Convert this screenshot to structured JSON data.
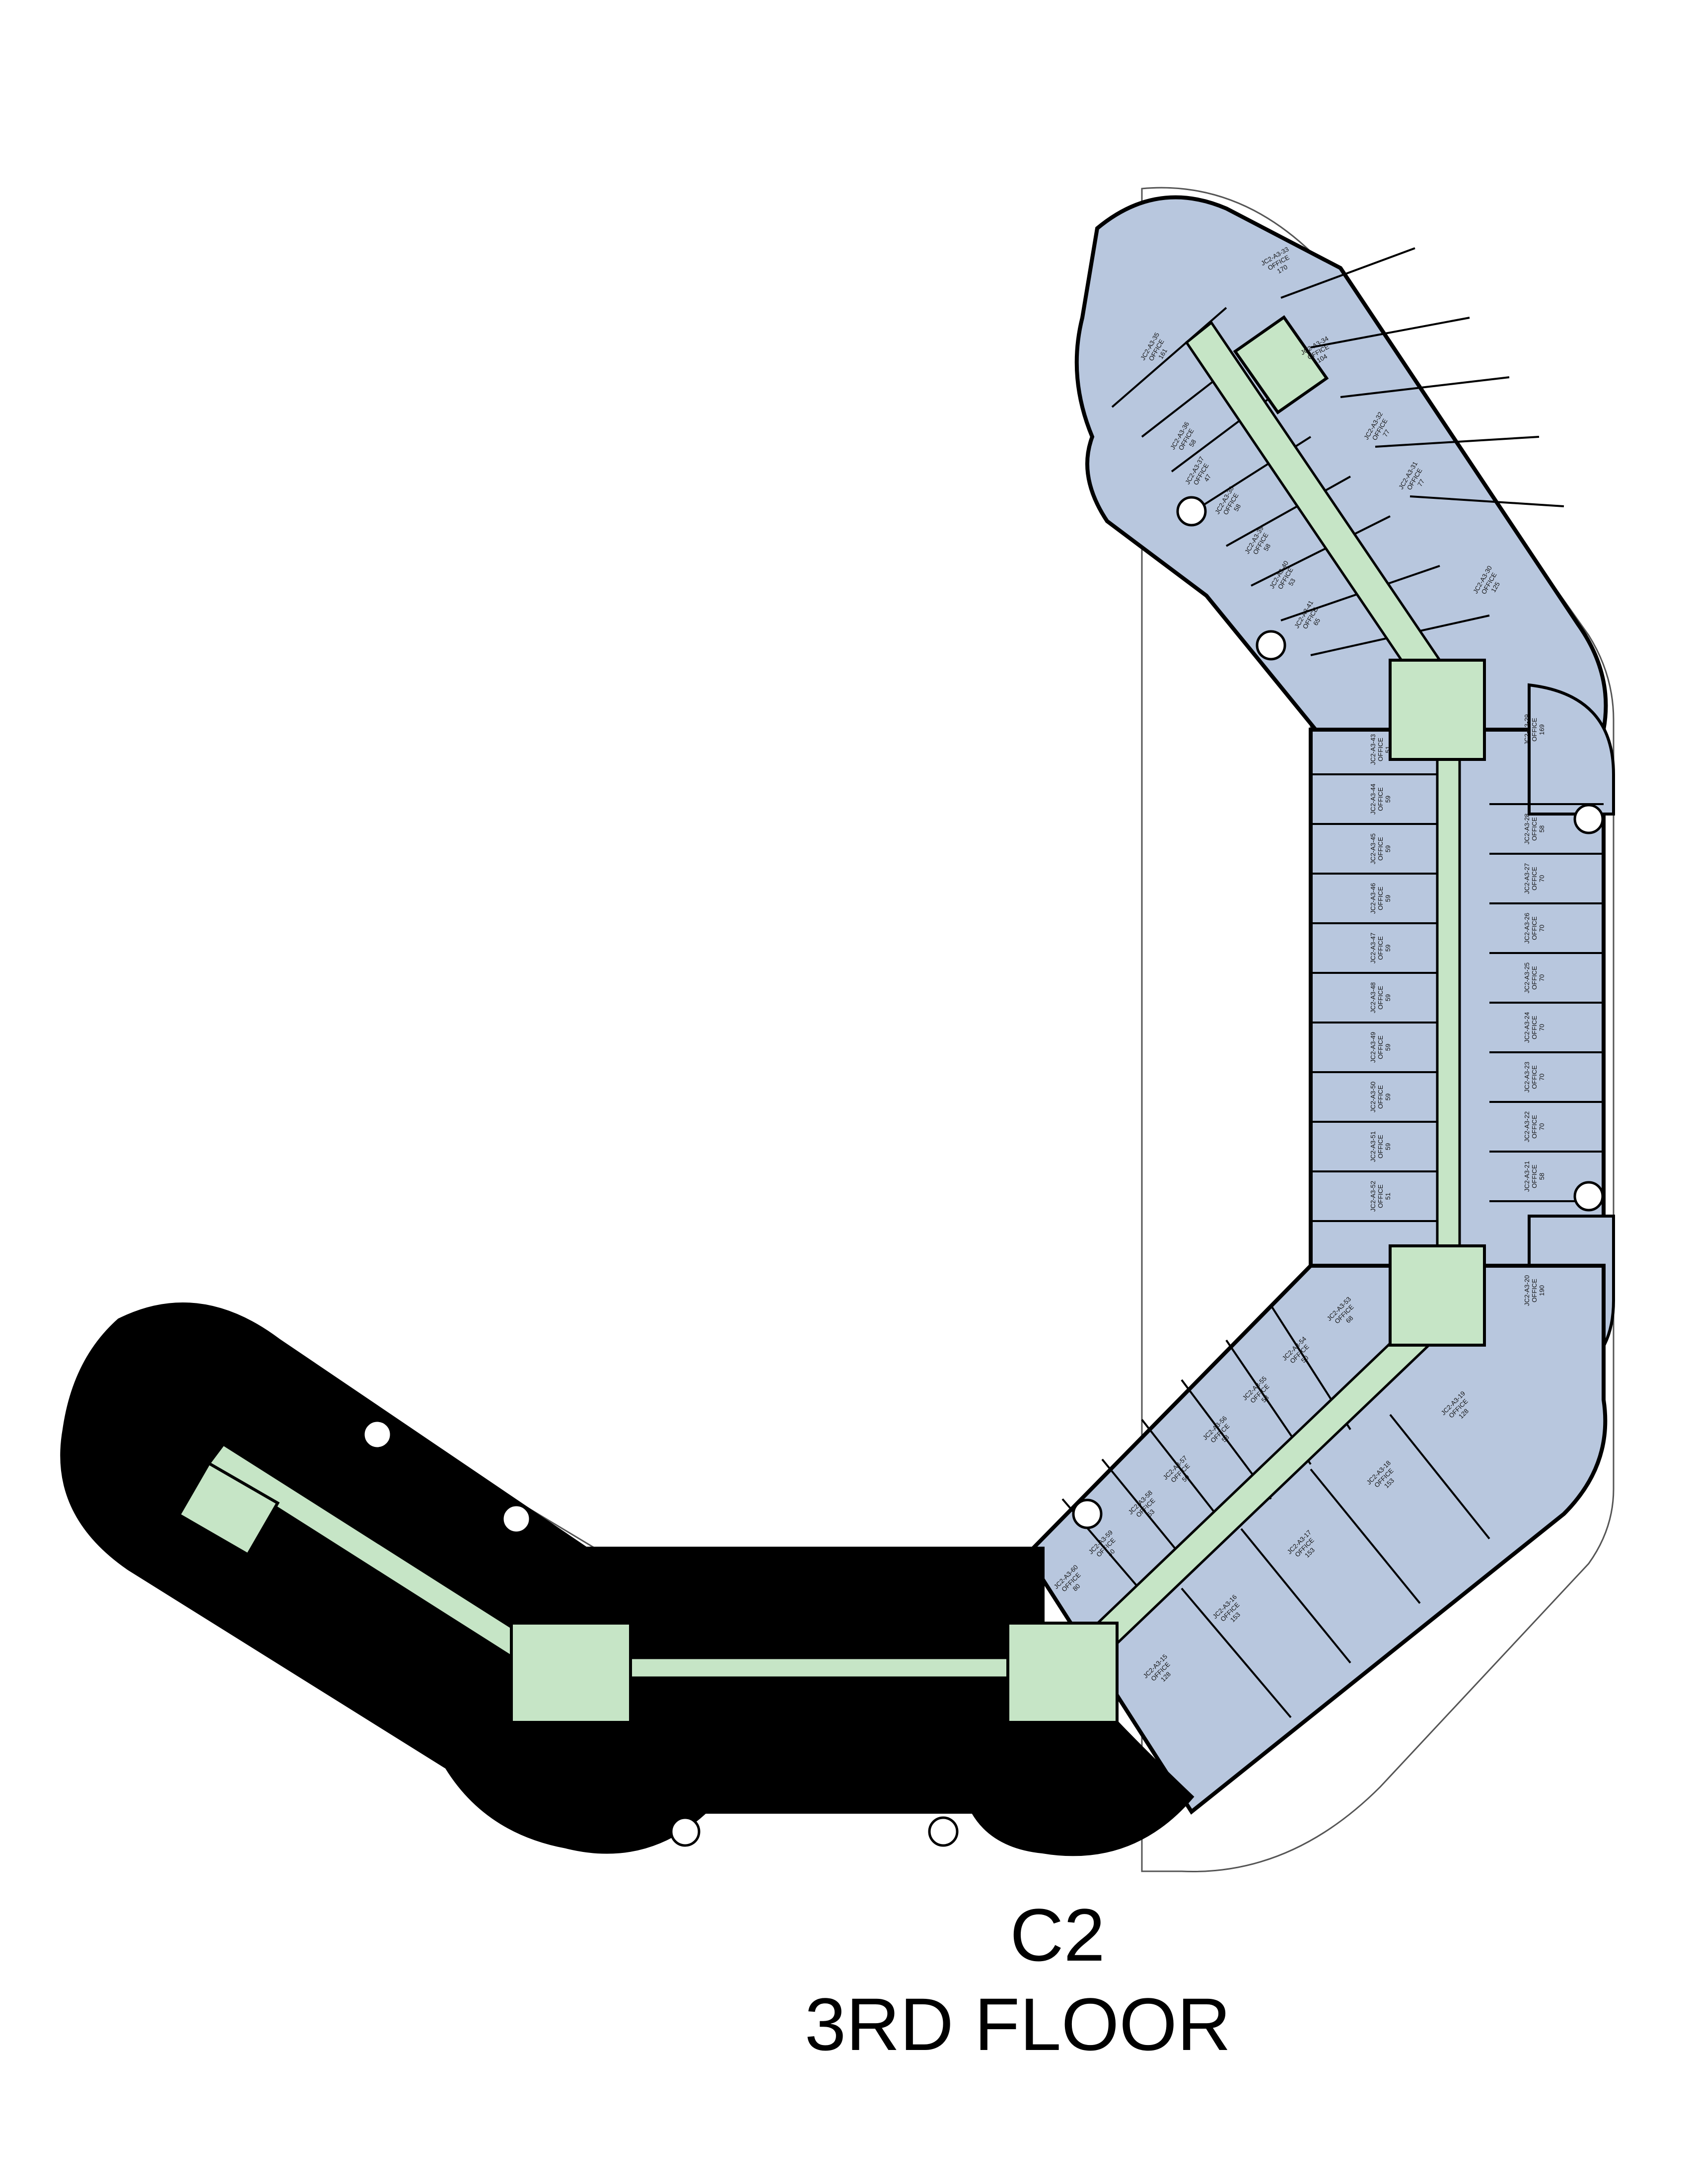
{
  "title": {
    "building": "C2",
    "floor": "3RD FLOOR"
  },
  "colors": {
    "unit_fill": "#b8c7de",
    "corridor_fill": "#c6e5c6",
    "blocked_fill": "#000000",
    "outline": "#000000",
    "background": "#ffffff"
  },
  "units": {
    "north": [
      {
        "code": "JC2-A3-33",
        "use": "OFFICE",
        "area": "170"
      },
      {
        "code": "JC2-A3-34",
        "use": "OFFICE",
        "area": "104"
      },
      {
        "code": "JC2-A3-35",
        "use": "OFFICE",
        "area": "161"
      },
      {
        "code": "JC2-A3-36",
        "use": "OFFICE",
        "area": "58"
      },
      {
        "code": "JC2-A3-37",
        "use": "OFFICE",
        "area": "47"
      },
      {
        "code": "JC2-A3-38",
        "use": "OFFICE",
        "area": "58"
      },
      {
        "code": "JC2-A3-39",
        "use": "OFFICE",
        "area": "58"
      },
      {
        "code": "JC2-A3-40",
        "use": "OFFICE",
        "area": "53"
      },
      {
        "code": "JC2-A3-41",
        "use": "OFFICE",
        "area": "65"
      },
      {
        "code": "JC2-A3-32",
        "use": "OFFICE",
        "area": "77"
      },
      {
        "code": "JC2-A3-31",
        "use": "OFFICE",
        "area": "77"
      },
      {
        "code": "JC2-A3-30",
        "use": "OFFICE",
        "area": "125"
      }
    ],
    "east_left": [
      {
        "code": "JC2-A3-43",
        "use": "OFFICE",
        "area": "51"
      },
      {
        "code": "JC2-A3-44",
        "use": "OFFICE",
        "area": "59"
      },
      {
        "code": "JC2-A3-45",
        "use": "OFFICE",
        "area": "59"
      },
      {
        "code": "JC2-A3-46",
        "use": "OFFICE",
        "area": "59"
      },
      {
        "code": "JC2-A3-47",
        "use": "OFFICE",
        "area": "59"
      },
      {
        "code": "JC2-A3-48",
        "use": "OFFICE",
        "area": "59"
      },
      {
        "code": "JC2-A3-49",
        "use": "OFFICE",
        "area": "59"
      },
      {
        "code": "JC2-A3-50",
        "use": "OFFICE",
        "area": "59"
      },
      {
        "code": "JC2-A3-51",
        "use": "OFFICE",
        "area": "59"
      },
      {
        "code": "JC2-A3-52",
        "use": "OFFICE",
        "area": "51"
      }
    ],
    "east_right": [
      {
        "code": "JC2-A3-29",
        "use": "OFFICE",
        "area": "169"
      },
      {
        "code": "JC2-A3-28",
        "use": "OFFICE",
        "area": "58"
      },
      {
        "code": "JC2-A3-27",
        "use": "OFFICE",
        "area": "70"
      },
      {
        "code": "JC2-A3-26",
        "use": "OFFICE",
        "area": "70"
      },
      {
        "code": "JC2-A3-25",
        "use": "OFFICE",
        "area": "70"
      },
      {
        "code": "JC2-A3-24",
        "use": "OFFICE",
        "area": "70"
      },
      {
        "code": "JC2-A3-23",
        "use": "OFFICE",
        "area": "70"
      },
      {
        "code": "JC2-A3-22",
        "use": "OFFICE",
        "area": "70"
      },
      {
        "code": "JC2-A3-21",
        "use": "OFFICE",
        "area": "58"
      },
      {
        "code": "JC2-A3-20",
        "use": "OFFICE",
        "area": "190"
      }
    ],
    "southeast": [
      {
        "code": "JC2-A3-53",
        "use": "OFFICE",
        "area": "68"
      },
      {
        "code": "JC2-A3-54",
        "use": "OFFICE",
        "area": "50"
      },
      {
        "code": "JC2-A3-55",
        "use": "OFFICE",
        "area": "53"
      },
      {
        "code": "JC2-A3-56",
        "use": "OFFICE",
        "area": "53"
      },
      {
        "code": "JC2-A3-57",
        "use": "OFFICE",
        "area": "50"
      },
      {
        "code": "JC2-A3-58",
        "use": "OFFICE",
        "area": "53"
      },
      {
        "code": "JC2-A3-59",
        "use": "OFFICE",
        "area": "40"
      },
      {
        "code": "JC2-A3-60",
        "use": "OFFICE",
        "area": "80"
      },
      {
        "code": "JC2-A3-19",
        "use": "OFFICE",
        "area": "128"
      },
      {
        "code": "JC2-A3-18",
        "use": "OFFICE",
        "area": "153"
      },
      {
        "code": "JC2-A3-17",
        "use": "OFFICE",
        "area": "153"
      },
      {
        "code": "JC2-A3-16",
        "use": "OFFICE",
        "area": "153"
      },
      {
        "code": "JC2-A3-15",
        "use": "OFFICE",
        "area": "128"
      }
    ]
  }
}
